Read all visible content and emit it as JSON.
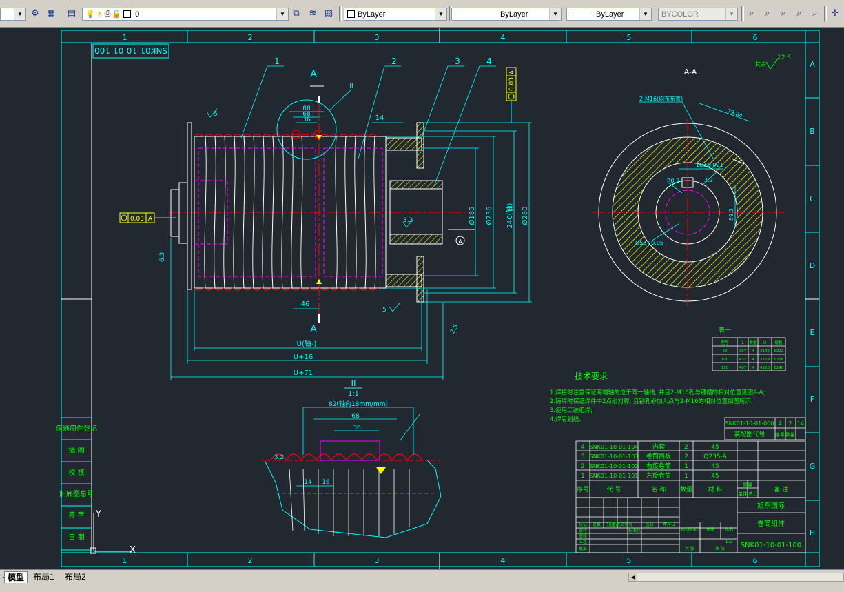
{
  "toolbar": {
    "layer_value": "0",
    "color_value": "ByLayer",
    "linetype_value": "ByLayer",
    "lineweight_value": "ByLayer",
    "plotstyle_value": "BYCOLOR"
  },
  "tabs": [
    {
      "label": "模型"
    },
    {
      "label": "布局1"
    },
    {
      "label": "布局2"
    }
  ],
  "drawing": {
    "column_numbers": [
      "1",
      "2",
      "3",
      "4",
      "5",
      "6"
    ],
    "row_letters": [
      "A",
      "B",
      "C",
      "D",
      "E",
      "F",
      "G",
      "H"
    ],
    "rotated_code": "SNK01-10-01-100",
    "section_title_top": "A",
    "section_title_bottom": "A",
    "section_aa": "A-A",
    "detail_ii": "II",
    "detail_scale": "1:1",
    "balloons": [
      "1",
      "2",
      "3",
      "4"
    ],
    "gdt_tolerance_left": "0.03",
    "gdt_datum_left": "A",
    "gdt_tolerance_right": "0.03",
    "gdt_datum_right": "A",
    "roughness_global": "12.5",
    "roughness_note": "其余",
    "dims": {
      "d88": "88",
      "d68": "68",
      "d36": "36",
      "d14": "14",
      "d46": "46",
      "u_minus": "U(轴-)",
      "u_plus16": "U+16",
      "u_plus71": "U+71",
      "phi185": "Ø185",
      "phi236": "Ø236",
      "phi240": "240(轴)",
      "phi280": "Ø280",
      "m16": "2-M16(均布布置)",
      "d79": "79.84",
      "d16": "16±0.021",
      "d59": "59.3",
      "phi55": "Ø55+0.05",
      "r02": "R0.2",
      "r32": "3.2",
      "detail_82": "82(轴向18mm/mm)",
      "detail_68": "68",
      "detail_36": "36",
      "detail_14": "14",
      "detail_16": "16",
      "rough_5": "5",
      "rough_63": "6.3",
      "rough_25": "2.5"
    },
    "tech_title": "技术要求",
    "tech_lines": [
      "1.焊接时注意保证两端轴的位于同一轴线, 并且2-M16孔与键槽的相对位置见图A-A;",
      "2.铸焊时保证焊件中2点必对称, 且钻孔必加入点与2-M16的相对位置如图所示;",
      "3.使用工装组焊;",
      "4.焊后划线。"
    ],
    "table1_title": "表一",
    "table1_rows": [
      [
        "型号",
        "L",
        "数量",
        "U",
        "规格"
      ],
      [
        "80",
        "397",
        "4",
        "2149",
        "Φ222"
      ],
      [
        "100",
        "432",
        "4",
        "3279",
        "Φ236"
      ],
      [
        "150",
        "487",
        "4",
        "4320",
        "Φ248"
      ]
    ],
    "assembly_code": "SNK01-10-01-000",
    "assembly_qty": [
      "4",
      "2",
      "14"
    ],
    "assembly_label": "装配图代号",
    "assembly_cols": [
      "序号",
      "数量"
    ],
    "bom": [
      {
        "no": "4",
        "code": "SNK01-10-01-104",
        "name": "内套",
        "qty": "2",
        "mat": "45"
      },
      {
        "no": "3",
        "code": "SNK01-10-01-103",
        "name": "卷筒挡板",
        "qty": "2",
        "mat": "Q235-A"
      },
      {
        "no": "2",
        "code": "SNK01-10-01-102",
        "name": "右旋卷筒",
        "qty": "1",
        "mat": "45"
      },
      {
        "no": "1",
        "code": "SNK01-10-01-101",
        "name": "左旋卷筒",
        "qty": "1",
        "mat": "45"
      }
    ],
    "bom_headers": [
      "序号",
      "代  号",
      "名  称",
      "数量",
      "材  料",
      "单件",
      "总计",
      "备  注"
    ],
    "bom_weight": "重量",
    "title_company": "旭东国际",
    "title_name": "卷筒组件",
    "title_code": "SNK01-10-01-100",
    "title_scale": "1:2",
    "title_labels": [
      "阶段标记",
      "重量",
      "比例"
    ],
    "title_sign_labels": [
      "标记",
      "处数",
      "分区",
      "更改文件号",
      "签名",
      "年月日"
    ],
    "title_roles": [
      "设计",
      "审核",
      "工艺",
      "批准"
    ],
    "title_roles2": [
      "标准化",
      "共 张",
      "第 张"
    ],
    "side_labels": [
      "借通用件登记",
      "描  图",
      "校  核",
      "旧底图总号",
      "签  字",
      "日  期"
    ],
    "axis_y": "Y",
    "axis_x": "X"
  },
  "colors": {
    "bg": "#212830",
    "frame": "#00ffff",
    "geometry": "#ffffff",
    "center": "#ff0000",
    "dim": "#00ffff",
    "hidden": "#ff00ff",
    "hatch": "#ffff00",
    "text_green": "#00ff00"
  }
}
